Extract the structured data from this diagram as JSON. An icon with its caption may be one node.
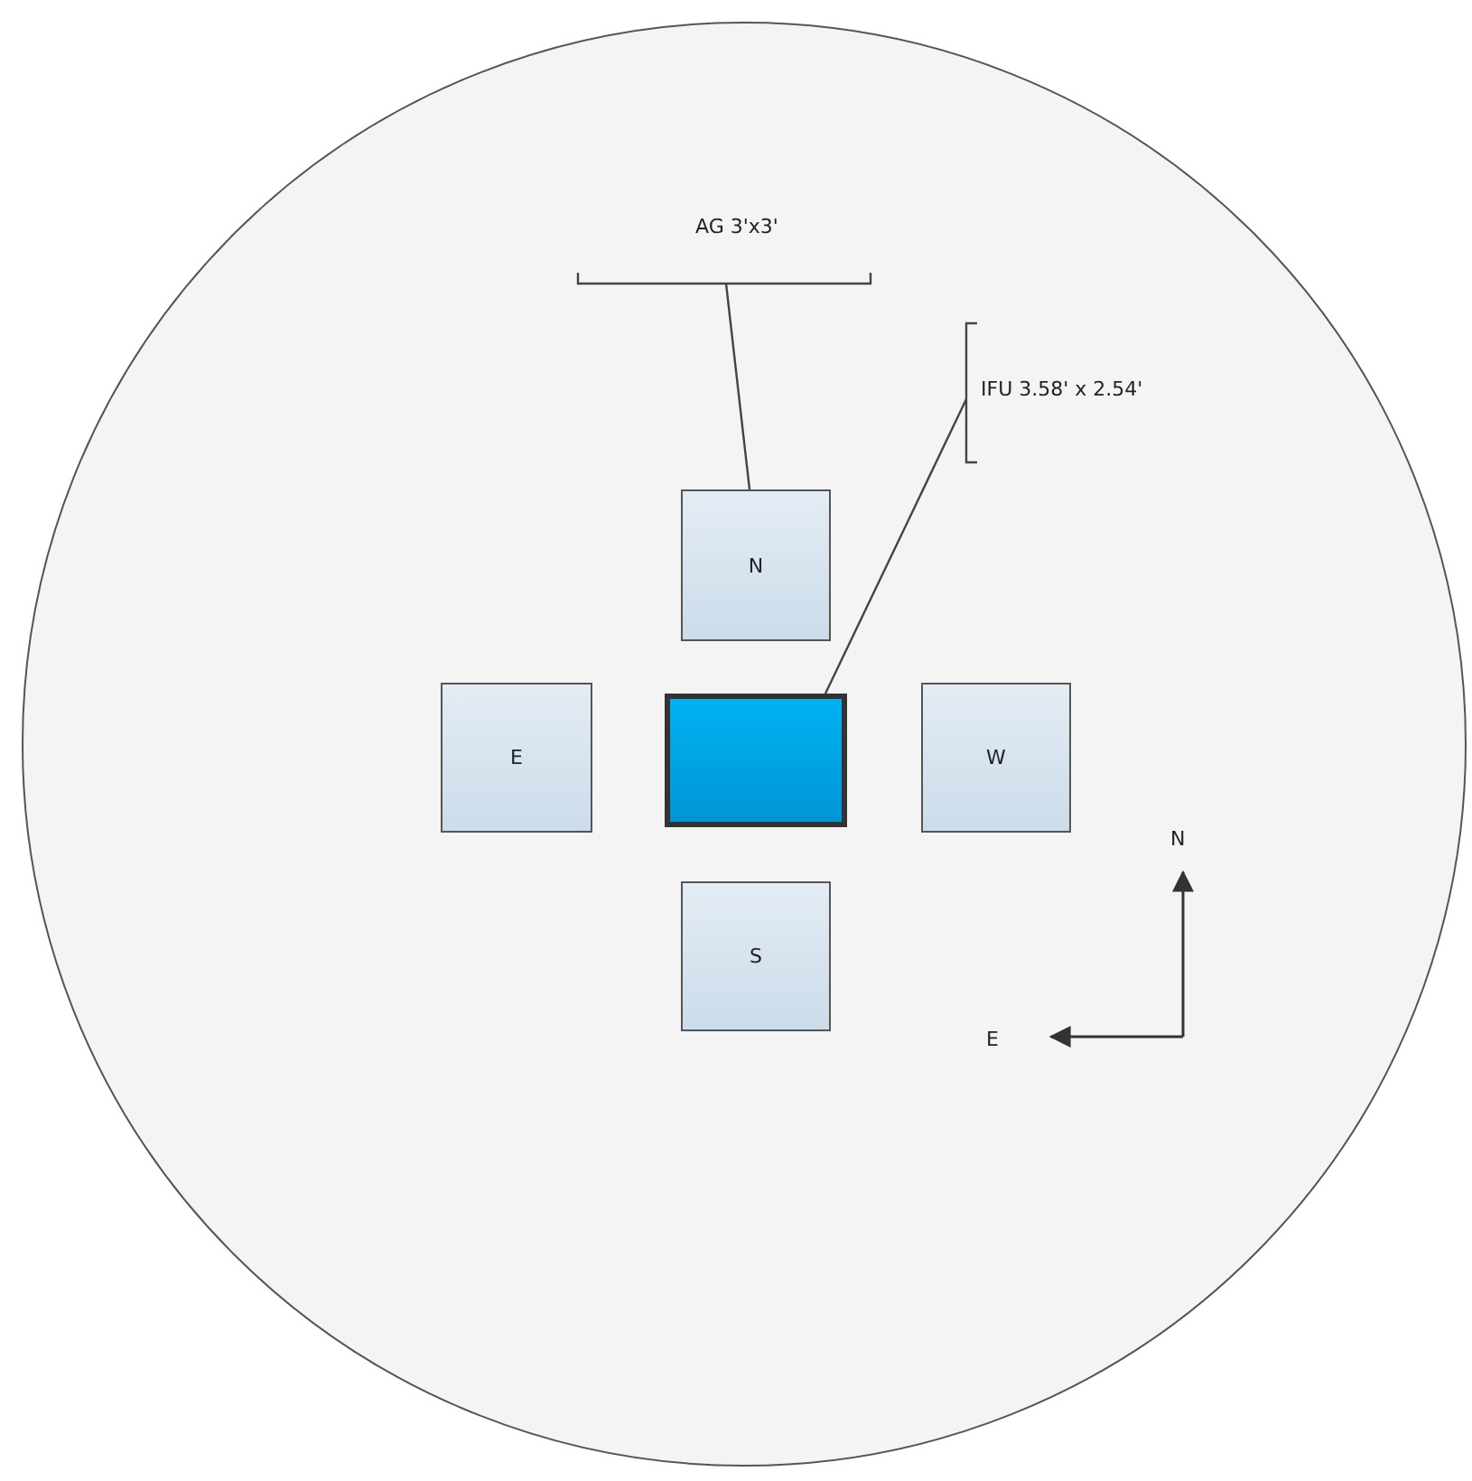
{
  "diagram": {
    "nodes": [
      {
        "text": [],
        "shape": "circle"
      },
      {
        "text": [
          "AG 3'x3'"
        ],
        "in": 0
      },
      {
        "text": [
          "IFU 3.58' x 2.54'"
        ],
        "in": 0
      },
      {
        "text": [
          "N"
        ],
        "in": 0
      },
      {
        "text": [
          "E"
        ],
        "in": 0
      },
      {
        "text": [],
        "shape": "box",
        "in": 0
      },
      {
        "text": [
          "W"
        ],
        "in": 0
      },
      {
        "text": [
          "S"
        ],
        "in": 0
      }
    ],
    "edges": [
      {
        "from": 1,
        "to": 3,
        "arrow": "none"
      },
      {
        "from": 2,
        "to": 5,
        "arrow": "none"
      }
    ],
    "labels": [
      "N",
      "E"
    ]
  }
}
